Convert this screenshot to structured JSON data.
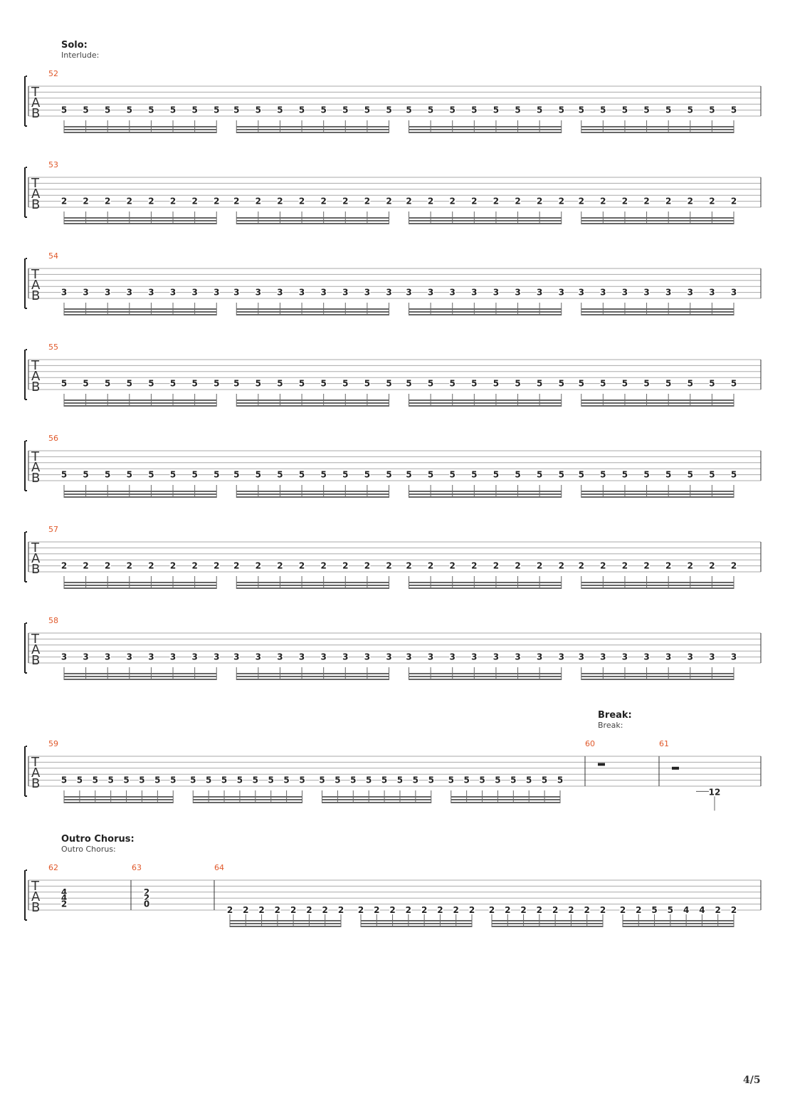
{
  "page": {
    "number": "4/5"
  },
  "colors": {
    "staff_line": "#aaaaaa",
    "text": "#222222",
    "measure_number": "#e0582a",
    "beam": "#666666"
  },
  "sections": [
    {
      "title": "Solo:",
      "subtitle": "Interlude:",
      "system_index": 0
    },
    {
      "title": "Break:",
      "subtitle": "Break:",
      "system_index": 7
    },
    {
      "title": "Outro Chorus:",
      "subtitle": "Outro Chorus:",
      "system_index": 8
    }
  ],
  "systems": [
    {
      "measures": [
        {
          "number": "52",
          "beats": [
            {
              "groups": 4,
              "notes_per_group": 8,
              "string": 4,
              "fret": "5"
            }
          ]
        }
      ]
    },
    {
      "measures": [
        {
          "number": "53",
          "beats": [
            {
              "groups": 4,
              "notes_per_group": 8,
              "string": 4,
              "fret": "2"
            }
          ]
        }
      ]
    },
    {
      "measures": [
        {
          "number": "54",
          "beats": [
            {
              "groups": 4,
              "notes_per_group": 8,
              "string": 4,
              "fret": "3"
            }
          ]
        }
      ]
    },
    {
      "measures": [
        {
          "number": "55",
          "beats": [
            {
              "groups": 4,
              "notes_per_group": 8,
              "string": 4,
              "fret": "5"
            }
          ]
        }
      ]
    },
    {
      "measures": [
        {
          "number": "56",
          "beats": [
            {
              "groups": 4,
              "notes_per_group": 8,
              "string": 4,
              "fret": "5"
            }
          ]
        }
      ]
    },
    {
      "measures": [
        {
          "number": "57",
          "beats": [
            {
              "groups": 4,
              "notes_per_group": 8,
              "string": 4,
              "fret": "2"
            }
          ]
        }
      ]
    },
    {
      "measures": [
        {
          "number": "58",
          "beats": [
            {
              "groups": 4,
              "notes_per_group": 8,
              "string": 4,
              "fret": "3"
            }
          ]
        }
      ]
    },
    {
      "measures": [
        {
          "number": "59",
          "beats": [
            {
              "groups": 4,
              "notes_per_group": 8,
              "string": 4,
              "fret": "5"
            }
          ]
        },
        {
          "number": "60",
          "rest": "half"
        },
        {
          "number": "61",
          "rest": "half",
          "note": {
            "string": 4,
            "fret": "12"
          }
        }
      ]
    },
    {
      "measures": [
        {
          "number": "62",
          "chord": [
            "4",
            "4",
            "2"
          ]
        },
        {
          "number": "63",
          "chord": [
            "2",
            "2",
            "0"
          ]
        },
        {
          "number": "64",
          "frets": [
            "2",
            "2",
            "2",
            "2",
            "2",
            "2",
            "2",
            "2",
            "2",
            "2",
            "2",
            "2",
            "2",
            "2",
            "2",
            "2",
            "2",
            "2",
            "2",
            "2",
            "2",
            "2",
            "2",
            "2",
            "2",
            "2",
            "5",
            "5",
            "4",
            "4",
            "2",
            "2"
          ]
        }
      ]
    }
  ]
}
